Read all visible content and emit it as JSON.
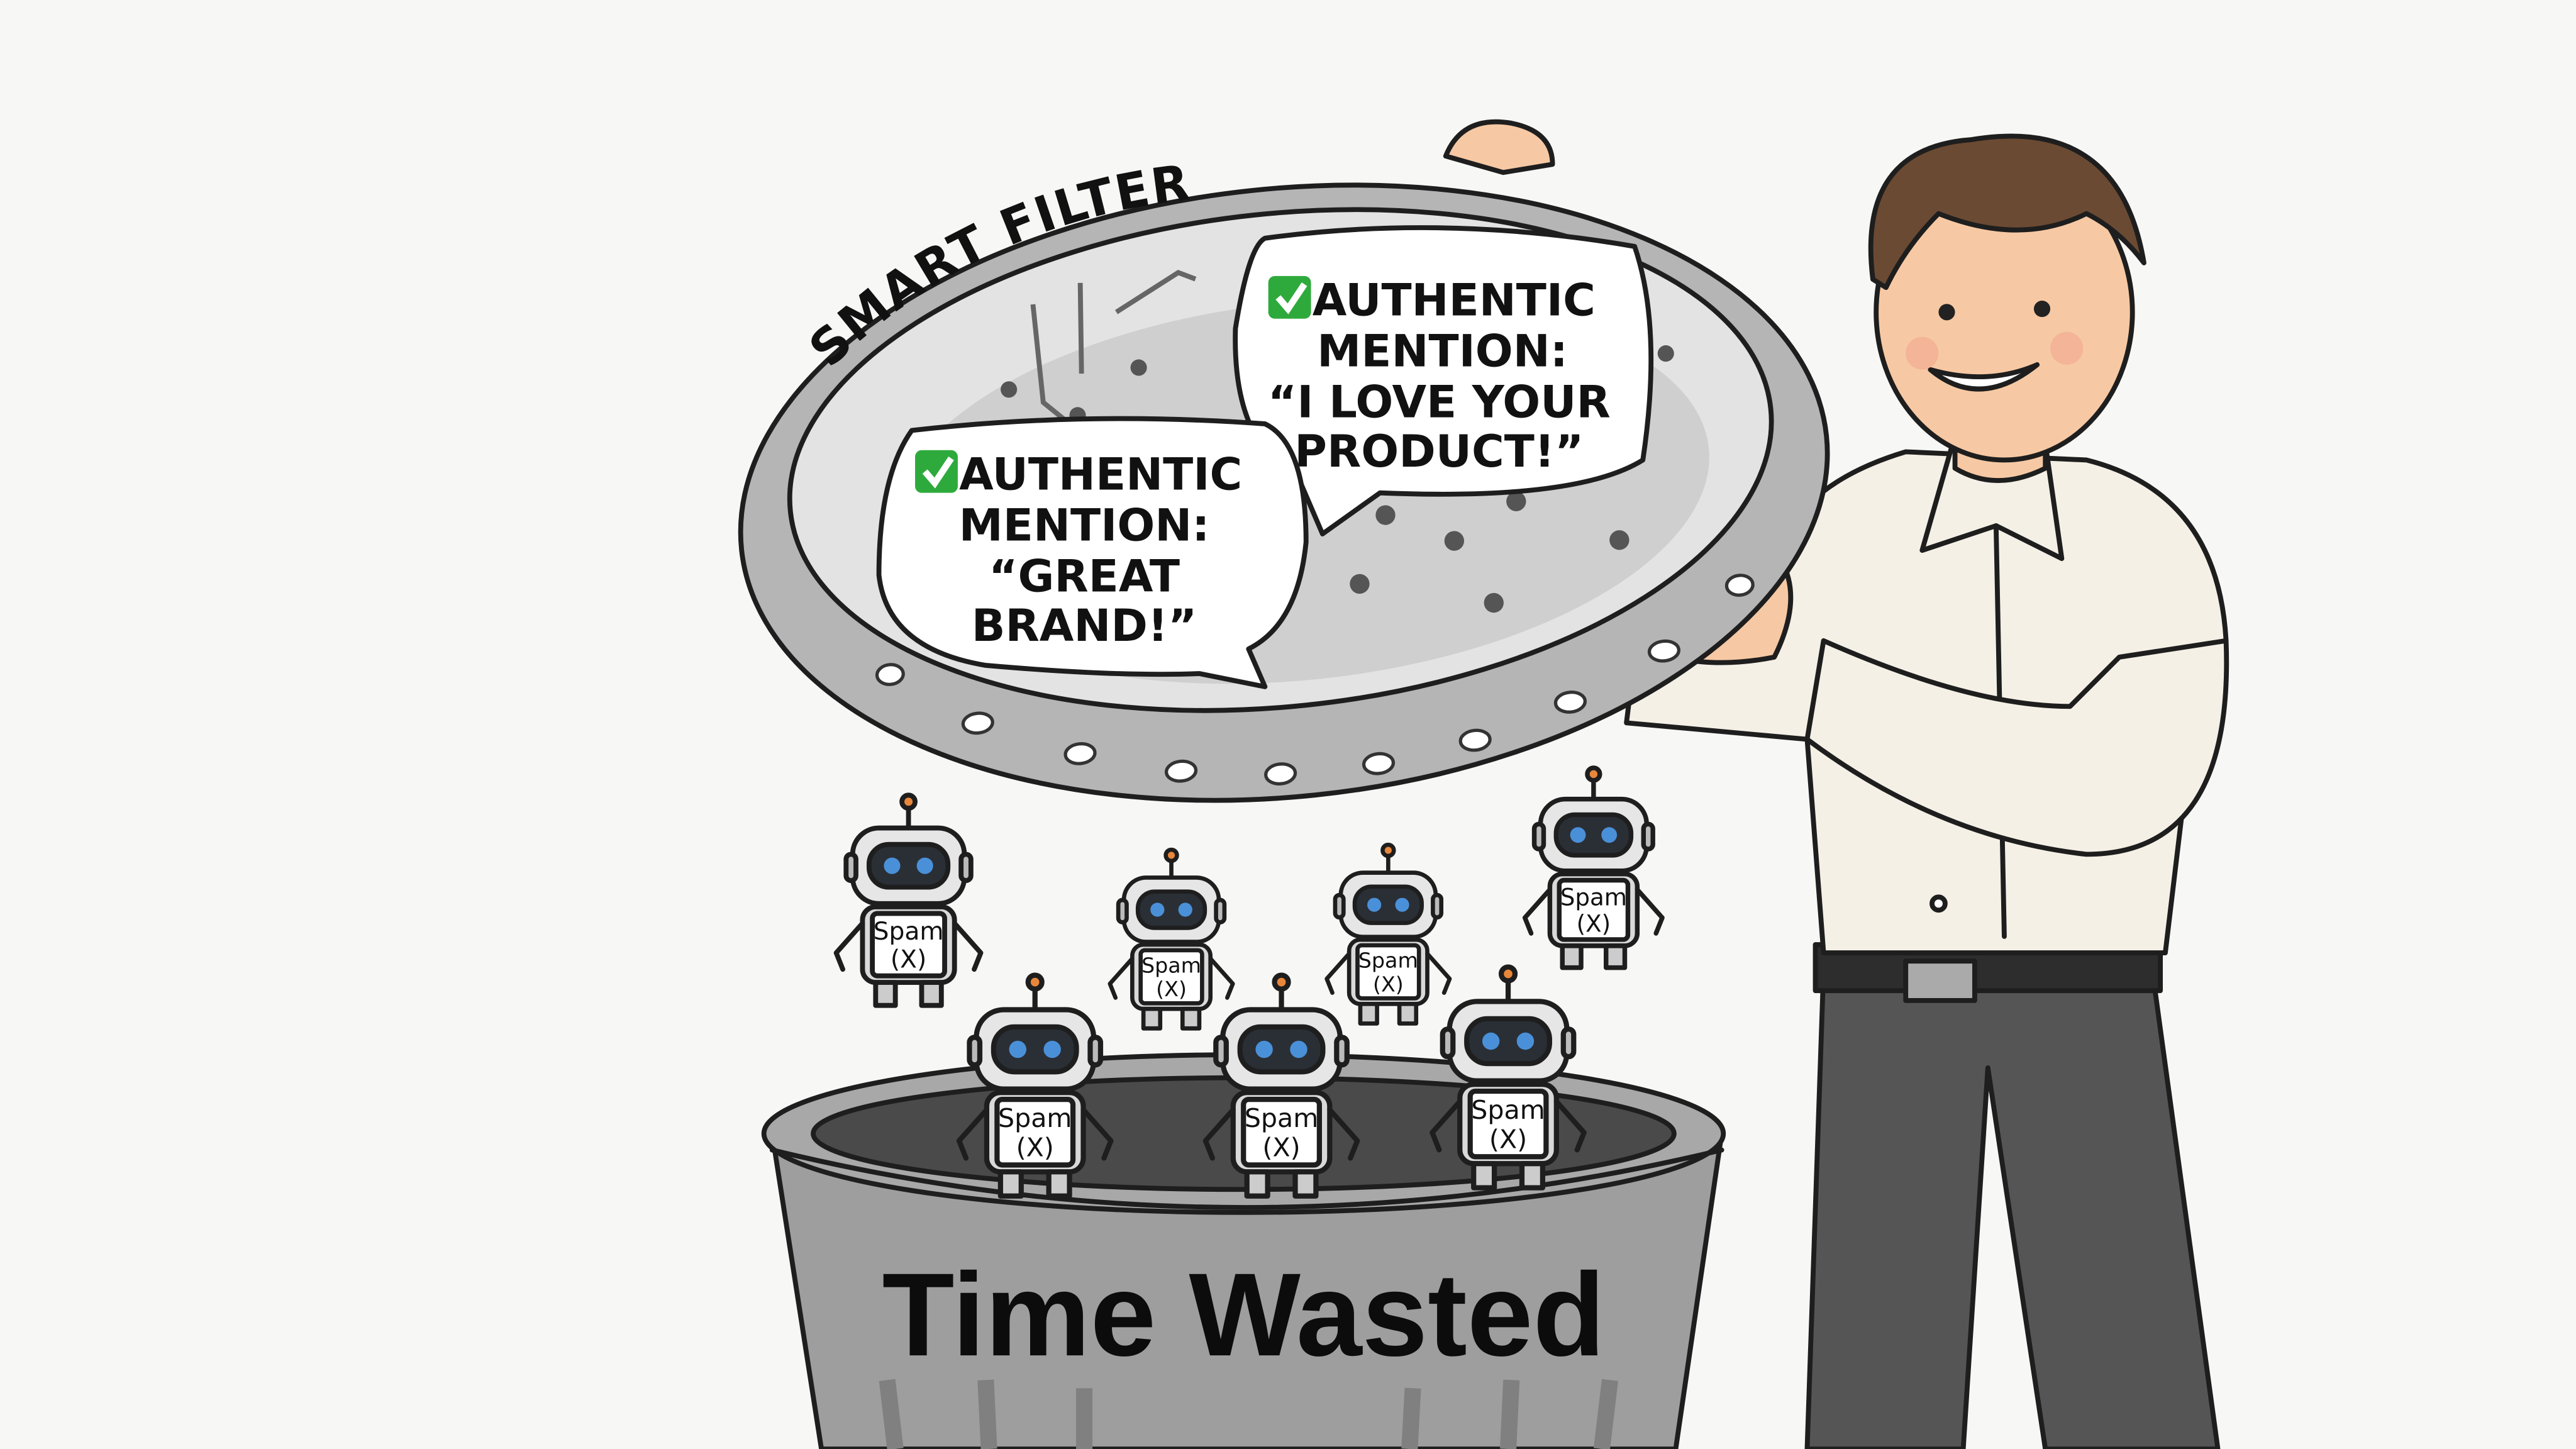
{
  "sieve": {
    "label": "SMART FILTER"
  },
  "bubbles": [
    {
      "lines": [
        "AUTHENTIC",
        "MENTION:",
        "“I LOVE YOUR",
        "PRODUCT!”"
      ],
      "icon": "check-icon"
    },
    {
      "lines": [
        "AUTHENTIC",
        "MENTION:",
        "“GREAT",
        "BRAND!”"
      ],
      "icon": "check-icon"
    }
  ],
  "robots": [
    {
      "line1": "Spam",
      "line2": "(X)"
    },
    {
      "line1": "Spam",
      "line2": "(X)"
    },
    {
      "line1": "Spam",
      "line2": "(X)"
    },
    {
      "line1": "Spam",
      "line2": "(X)"
    },
    {
      "line1": "Spam",
      "line2": "(X)"
    },
    {
      "line1": "Spam",
      "line2": "(X)"
    },
    {
      "line1": "Spam",
      "line2": "(X)"
    }
  ],
  "trash": {
    "label": "Time Wasted"
  },
  "colors": {
    "background": "#f7f7f5",
    "check": "#2eaa3c",
    "metal": "#c9c9c9",
    "shirt": "#f4f0e6",
    "pants": "#555555",
    "hair": "#6b4a33",
    "skin": "#f6c9a4",
    "robot_eye": "#4a90d9",
    "antenna": "#e8873a"
  }
}
